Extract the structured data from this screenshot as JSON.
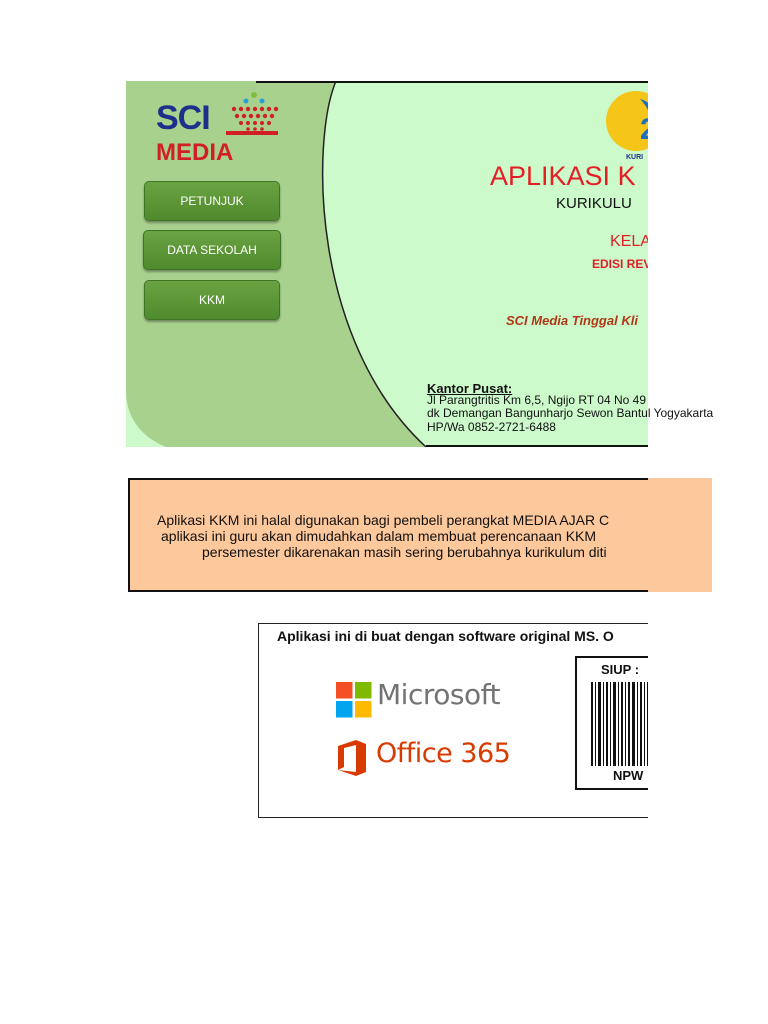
{
  "sidebar": {
    "logo": {
      "line1": "SCI",
      "line2": "MEDIA"
    },
    "buttons": [
      {
        "label": "PETUNJUK"
      },
      {
        "label": "DATA SEKOLAH"
      },
      {
        "label": "KKM"
      }
    ]
  },
  "header": {
    "title": "APLIKASI K",
    "subtitle": "KURIKULU",
    "kelas": "KELA",
    "edisi": "EDISI REV",
    "tagline": "SCI Media Tinggal Kli",
    "k13_logo_text": "KURI",
    "office": {
      "heading": "Kantor Pusat:",
      "address_1": "Jl Parangtritis Km 6,5, Ngijo RT 04 No 49",
      "address_2": "dk Demangan Bangunharjo Sewon Bantul Yogyakarta",
      "phone": "HP/Wa 0852-2721-6488"
    }
  },
  "notice": {
    "line1": "Aplikasi KKM ini halal digunakan bagi pembeli perangkat MEDIA AJAR C",
    "line2": "aplikasi ini guru akan dimudahkan dalam  membuat perencanaan KKM",
    "line3": "persemester dikarenakan masih sering berubahnya kurikulum diti"
  },
  "software": {
    "title": "Aplikasi ini di buat dengan software original MS. O",
    "microsoft": "Microsoft",
    "office365": "Office 365",
    "siup": "SIUP :",
    "npwp": "NPW"
  },
  "colors": {
    "panel_light_green": "#ccfacb",
    "sidebar_green": "#a9d18e",
    "button_green": "#5a9634",
    "brand_red": "#e41e25",
    "brand_blue": "#1d2f8a",
    "notice_bg": "#fdc89b"
  }
}
